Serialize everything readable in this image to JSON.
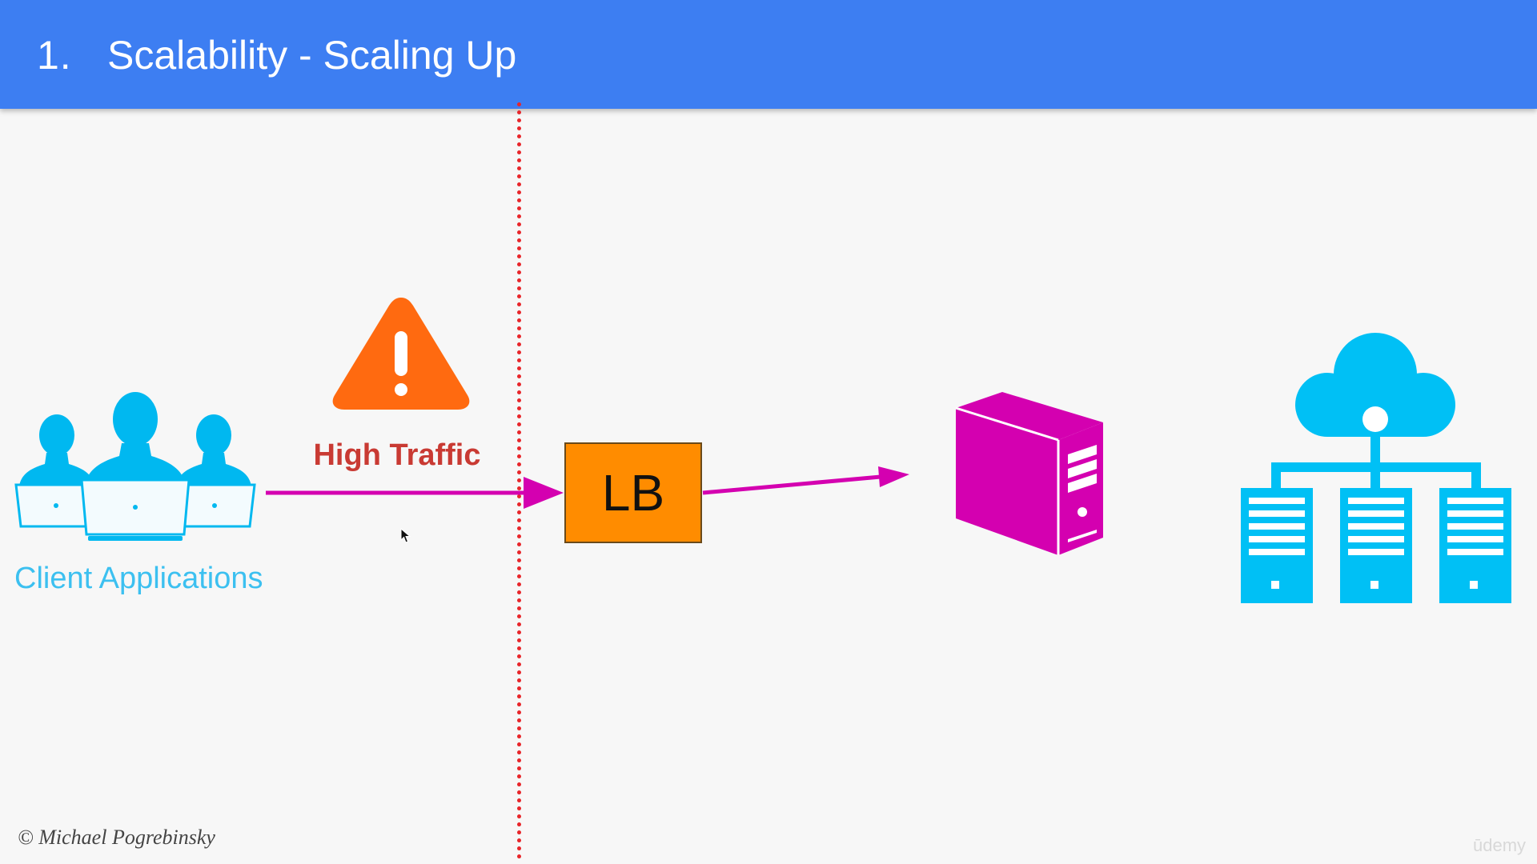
{
  "slide": {
    "number": "1.",
    "title": "Scalability - Scaling Up"
  },
  "diagram": {
    "warning_label": "High Traffic",
    "clients_label": "Client Applications",
    "load_balancer_label": "LB",
    "icons": {
      "clients": "users-with-laptops-icon",
      "warning": "warning-icon",
      "server": "server-tower-icon",
      "cloud_cluster": "cloud-server-cluster-icon"
    },
    "colors": {
      "arrow": "#d400b0",
      "divider": "#e8262b",
      "warning": "#ff6a10",
      "load_balancer": "#ff8c00",
      "clients": "#3cc0f0",
      "server": "#d400b0",
      "cloud": "#00c0f5"
    }
  },
  "footer": {
    "copyright": "© Michael Pogrebinsky",
    "watermark": "ūdemy"
  }
}
